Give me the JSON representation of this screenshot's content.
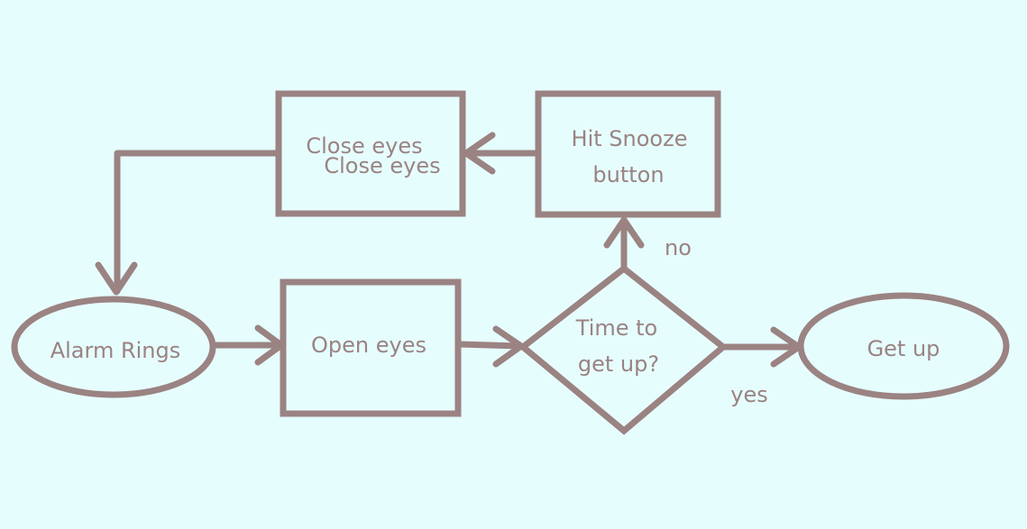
{
  "colors": {
    "background": "#e6fdfe",
    "stroke": "#9a8382",
    "text": "#9a8382"
  },
  "nodes": {
    "alarm_rings": {
      "label": "Alarm Rings",
      "shape": "ellipse"
    },
    "open_eyes": {
      "label": "Open eyes",
      "shape": "rectangle"
    },
    "time_to_get_up": {
      "line1": "Time to",
      "line2": "get up?",
      "shape": "diamond"
    },
    "get_up": {
      "label": "Get up",
      "shape": "ellipse"
    },
    "hit_snooze": {
      "line1": "Hit Snooze",
      "line2": "button",
      "shape": "rectangle"
    },
    "close_eyes": {
      "label_primary": "Close eyes",
      "label_duplicate": "Close eyes",
      "shape": "rectangle"
    }
  },
  "edges": [
    {
      "from": "alarm_rings",
      "to": "open_eyes"
    },
    {
      "from": "open_eyes",
      "to": "time_to_get_up"
    },
    {
      "from": "time_to_get_up",
      "to": "get_up",
      "label": "yes"
    },
    {
      "from": "time_to_get_up",
      "to": "hit_snooze",
      "label": "no"
    },
    {
      "from": "hit_snooze",
      "to": "close_eyes"
    },
    {
      "from": "close_eyes",
      "to": "alarm_rings"
    }
  ],
  "edge_labels": {
    "yes": "yes",
    "no": "no"
  }
}
